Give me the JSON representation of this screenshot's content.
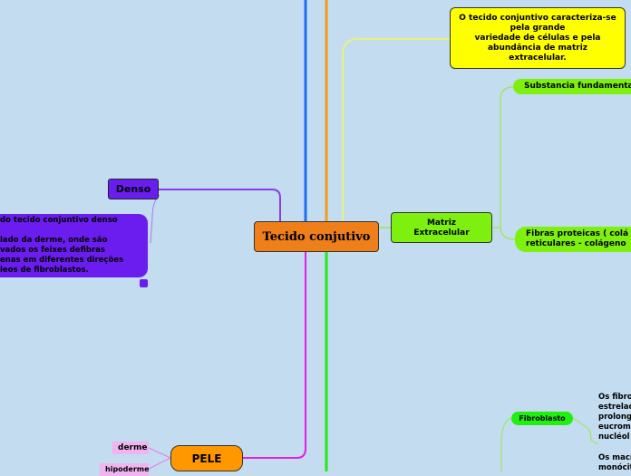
{
  "central_topic": "Tecido conjutivo",
  "yellow_note": {
    "lines": [
      "O tecido conjuntivo caracteriza-se",
      "pela grande",
      "variedade de células e pela",
      "abundância de matriz",
      "extracelular."
    ]
  },
  "matriz": {
    "lines": [
      "Matriz",
      "Extracelular"
    ]
  },
  "matriz_children": {
    "substancia": "Substancia fundamental",
    "fibras": [
      "Fibras proteicas ( colá",
      "reticulares - colágeno"
    ]
  },
  "fibroblasto": {
    "label": "Fibroblasto",
    "text_lines": [
      "Os fibro",
      "estrelad",
      "prolong",
      "eucrom",
      "nucléol"
    ]
  },
  "macrofago_text_lines": [
    "Os macr",
    "monócit"
  ],
  "denso": {
    "label": "Denso",
    "note_lines": [
      " do tecido conjuntivo denso",
      "",
      "lado da derme, onde são",
      "vados os feixes defibras",
      "enas em diferentes direções",
      "leos de fibroblastos."
    ]
  },
  "pele": {
    "label": "PELE",
    "children": [
      "derme",
      "hipoderme"
    ]
  },
  "colors": {
    "background": "#c3dcf0",
    "central": "#ef7f1a",
    "yellow": "#ffff00",
    "green": "#7ef00f",
    "purple": "#6b1df0",
    "orange": "#ff9800",
    "pink": "#f0b4f0"
  }
}
